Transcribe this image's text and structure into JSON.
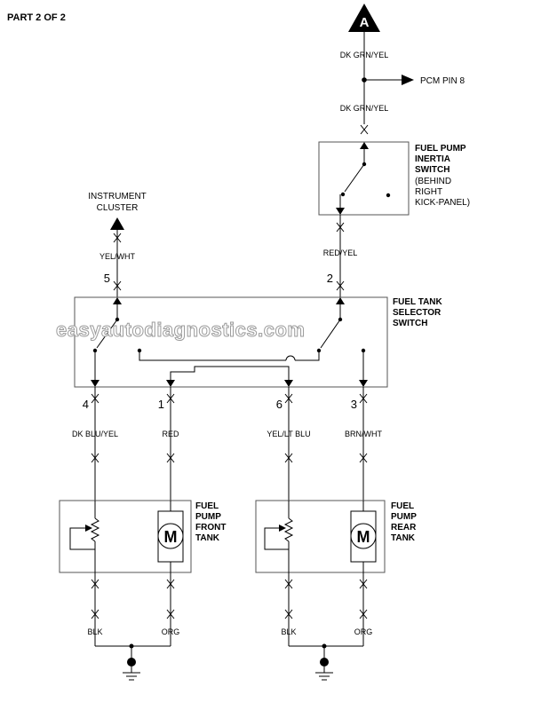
{
  "page_label": "PART 2 OF 2",
  "connector_a": "A",
  "wires": {
    "dk_grn_yel_top": "DK GRN/YEL",
    "dk_grn_yel_bottom": "DK GRN/YEL",
    "red_yel": "RED/YEL",
    "yel_wht": "YEL/WHT",
    "dk_blu_yel": "DK BLU/YEL",
    "red": "RED",
    "yel_lt_blu": "YEL/LT BLU",
    "brn_wht": "BRN/WHT",
    "blk_front": "BLK",
    "org_front": "ORG",
    "blk_rear": "BLK",
    "org_rear": "ORG"
  },
  "pcm_label": "PCM PIN 8",
  "instrument_cluster": [
    "INSTRUMENT",
    "CLUSTER"
  ],
  "inertia_switch": [
    "FUEL PUMP",
    "INERTIA",
    "SWITCH",
    "(BEHIND",
    "RIGHT",
    "KICK-PANEL)"
  ],
  "selector_switch": [
    "FUEL TANK",
    "SELECTOR",
    "SWITCH"
  ],
  "front_pump": [
    "FUEL",
    "PUMP",
    "FRONT",
    "TANK"
  ],
  "rear_pump": [
    "FUEL",
    "PUMP",
    "REAR",
    "TANK"
  ],
  "pins": {
    "p5": "5",
    "p2": "2",
    "p4": "4",
    "p1": "1",
    "p6": "6",
    "p3": "3"
  },
  "motor_symbol": "M",
  "watermark": "easyautodiagnostics.com",
  "colors": {
    "line": "#000000",
    "box": "#555555",
    "watermark_stroke": "#9a9a9a"
  }
}
